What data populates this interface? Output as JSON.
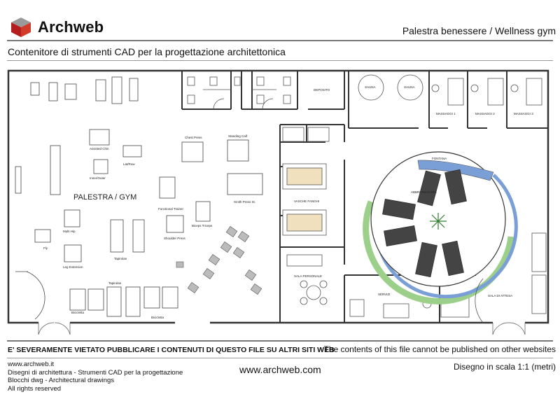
{
  "header": {
    "logo_text": "Archweb",
    "logo_icon": "archweb-cube-icon",
    "title_right": "Palestra benessere  /  Wellness gym"
  },
  "subtitle": "Contenitore di strumenti CAD per la progettazione architettonica",
  "plan": {
    "labels": {
      "gym": "PALESTRA / GYM",
      "deposito": "DEPOSITO",
      "sauna1": "SAUNA",
      "sauna2": "SAUNA",
      "massaggi1": "MASSAGGI 1",
      "massaggi2": "MASSAGGI 2",
      "massaggi3": "MASSAGGI 3",
      "vasche": "VASCHE FANGHI",
      "sala_personale": "SALA PERSONALE",
      "servizi": "SERVIZI",
      "sala_attesa": "SALA DI ATTESA",
      "fontana": "FONTANA",
      "abbronzatura": "ABBRONZATURA",
      "assisted_chin": "Assisted Chin",
      "lat_row": "Lat/Row",
      "inner_outer": "Inner/Outer",
      "chest_press": "Chest Press",
      "standing_calf": "Standing Calf",
      "smith_press": "Smith Press St.",
      "functional_trainer": "Functional Trainer",
      "biceps_triceps": "Biceps Triceps",
      "shoulder_press": "Shoulder Press",
      "multi_hip": "Multi Hip",
      "fly": "Fly",
      "leg_extension": "Leg Extension",
      "tapirulan1": "Tapirulan",
      "tapirulan2": "Tapirulan",
      "bicicletta1": "Bicicletta",
      "bicicletta2": "Bicicletta"
    },
    "colors": {
      "wall": "#333333",
      "pool": "#7a9fd6",
      "planter": "#9ccf8a",
      "bath": "#f1e0bd"
    }
  },
  "footer": {
    "warning_it": "E' SEVERAMENTE VIETATO PUBBLICARE I CONTENUTI DI QUESTO FILE SU ALTRI SITI WEB",
    "warning_en": "The contents of this file cannot be published on other websites",
    "left_lines": [
      "www.archweb.it",
      "Disegni di architettura - Strumenti CAD  per la progettazione",
      "Blocchi dwg - Architectural drawings",
      "All rights reserved"
    ],
    "center": "www.archweb.com",
    "scale": "Disegno in scala 1:1 (metri)"
  }
}
